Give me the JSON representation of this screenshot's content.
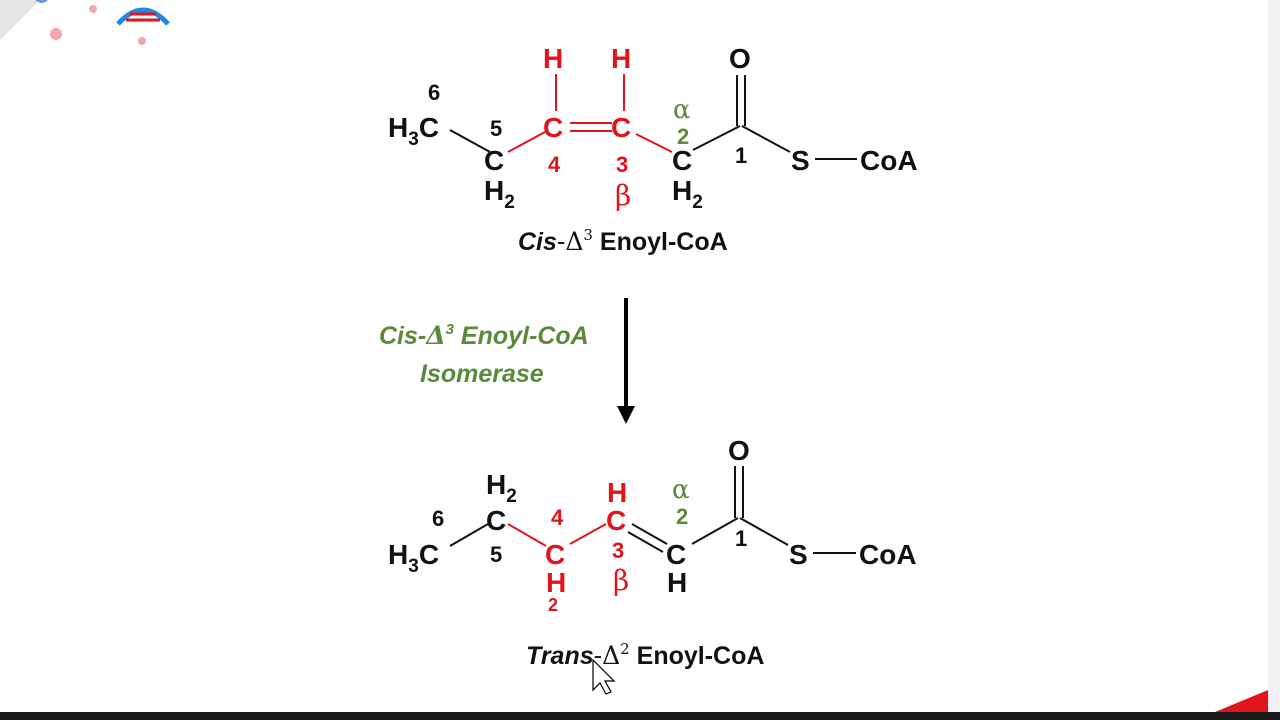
{
  "colors": {
    "black": "#111111",
    "red": "#e0141a",
    "green": "#5a8a3a",
    "arrow": "#000000"
  },
  "top_molecule": {
    "h3c": "H3C",
    "c5": "C",
    "c5_h2": "H2",
    "c4": "C",
    "c3": "C",
    "c2": "C",
    "c2_h2": "H2",
    "h_on_c4": "H",
    "h_on_c3": "H",
    "oxygen": "O",
    "sulfur": "S",
    "coa": "CoA",
    "num_6": "6",
    "num_5": "5",
    "num_4": "4",
    "num_3": "3",
    "num_2": "2",
    "num_1": "1",
    "alpha": "α",
    "beta": "β",
    "name_prefix": "Cis",
    "name_dash_delta": "-Δ",
    "name_sup": "3",
    "name_suffix": " Enoyl-CoA"
  },
  "enzyme": {
    "line1_prefix": "Cis-",
    "line1_delta": "Δ",
    "line1_sup": "3",
    "line1_suffix": " Enoyl-CoA",
    "line2": "Isomerase"
  },
  "bottom_molecule": {
    "h3c": "H3C",
    "c5": "C",
    "c5_h2": "H2",
    "c4": "C",
    "c4_h": "H",
    "c4_h_sub": "2",
    "c3": "C",
    "c3_h": "H",
    "c2": "C",
    "c2_h": "H",
    "oxygen": "O",
    "sulfur": "S",
    "coa": "CoA",
    "num_6": "6",
    "num_5": "5",
    "num_4": "4",
    "num_3": "3",
    "num_2": "2",
    "num_1": "1",
    "alpha": "α",
    "beta": "β",
    "name_prefix": "Trans",
    "name_dash_delta": "-Δ",
    "name_sup": "2",
    "name_suffix": " Enoyl-CoA"
  }
}
